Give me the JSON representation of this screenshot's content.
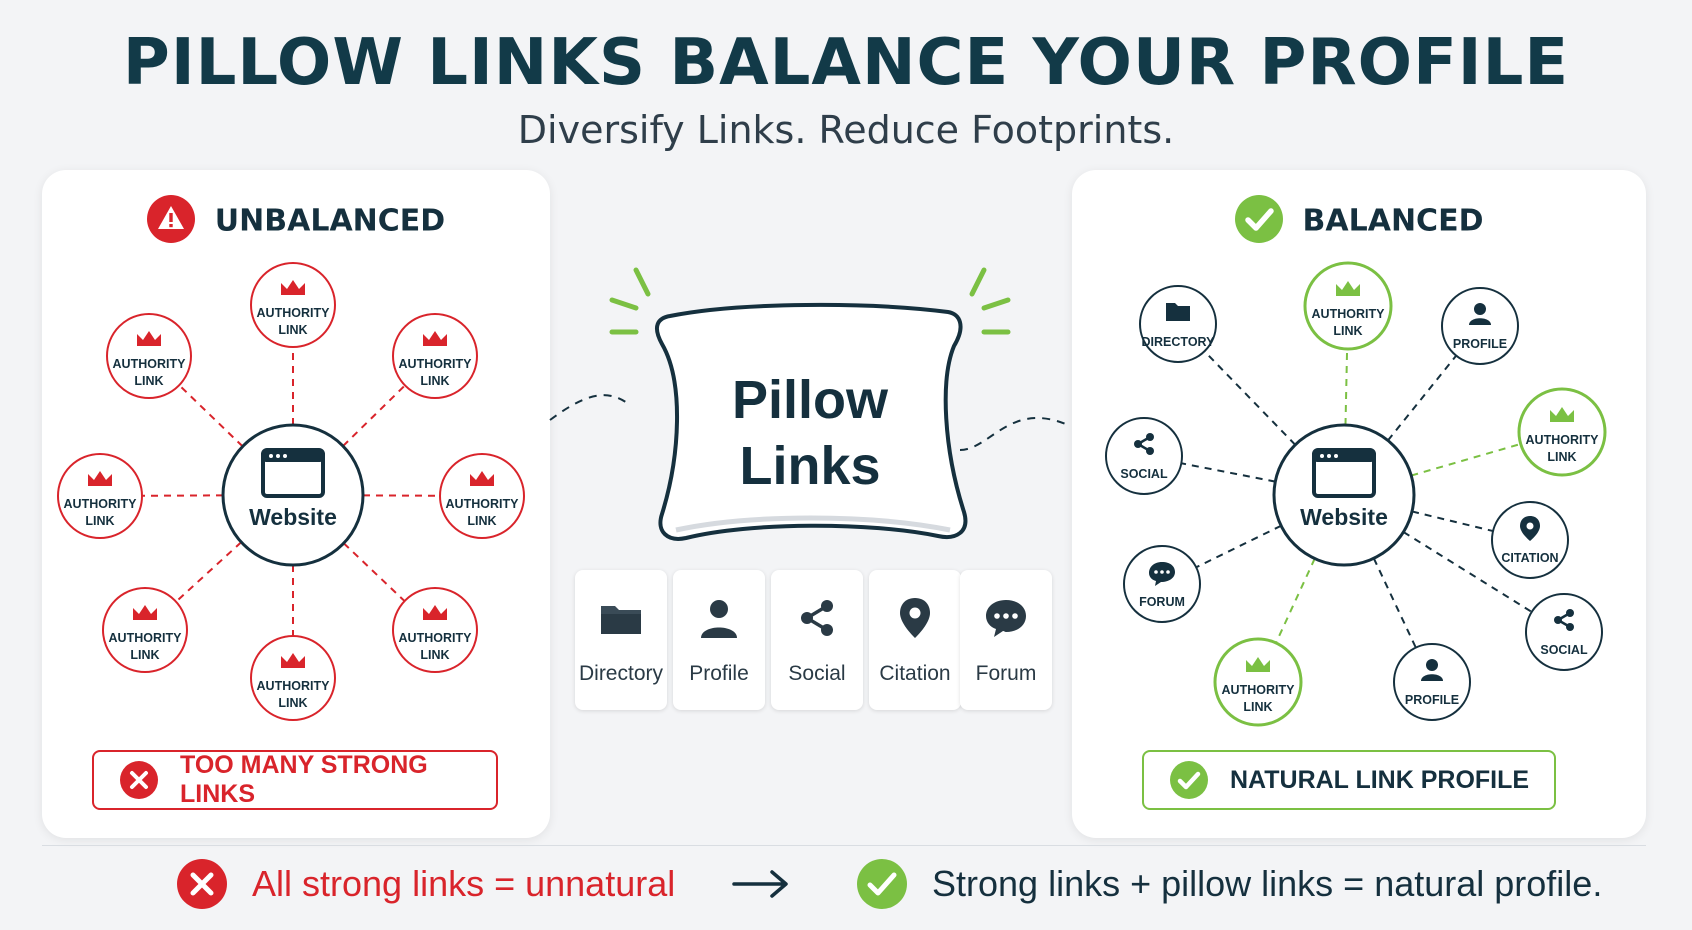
{
  "header": {
    "title": "PILLOW LINKS BALANCE YOUR PROFILE",
    "subtitle": "Diversify Links. Reduce Footprints."
  },
  "colors": {
    "red": "#d9242b",
    "green": "#7bc043",
    "navy": "#15303e"
  },
  "left_panel": {
    "heading": "UNBALANCED",
    "heading_icon": "warning-icon",
    "center": "Website",
    "nodes": [
      {
        "line1": "AUTHORITY",
        "line2": "LINK",
        "icon": "crown-icon"
      },
      {
        "line1": "AUTHORITY",
        "line2": "LINK",
        "icon": "crown-icon"
      },
      {
        "line1": "AUTHORITY",
        "line2": "LINK",
        "icon": "crown-icon"
      },
      {
        "line1": "AUTHORITY",
        "line2": "LINK",
        "icon": "crown-icon"
      },
      {
        "line1": "AUTHORITY",
        "line2": "LINK",
        "icon": "crown-icon"
      },
      {
        "line1": "AUTHORITY",
        "line2": "LINK",
        "icon": "crown-icon"
      },
      {
        "line1": "AUTHORITY",
        "line2": "LINK",
        "icon": "crown-icon"
      },
      {
        "line1": "AUTHORITY",
        "line2": "LINK",
        "icon": "crown-icon"
      }
    ],
    "badge": "TOO MANY STRONG LINKS"
  },
  "center": {
    "pillow_line1": "Pillow",
    "pillow_line2": "Links",
    "types": [
      {
        "label": "Directory",
        "icon": "folder-icon"
      },
      {
        "label": "Profile",
        "icon": "user-icon"
      },
      {
        "label": "Social",
        "icon": "share-icon"
      },
      {
        "label": "Citation",
        "icon": "location-pin-icon"
      },
      {
        "label": "Forum",
        "icon": "chat-icon"
      }
    ]
  },
  "right_panel": {
    "heading": "BALANCED",
    "heading_icon": "check-circle-icon",
    "center": "Website",
    "nodes": [
      {
        "line1": "DIRECTORY",
        "line2": "",
        "icon": "folder-icon",
        "kind": "pillow"
      },
      {
        "line1": "AUTHORITY",
        "line2": "LINK",
        "icon": "crown-icon",
        "kind": "authority"
      },
      {
        "line1": "PROFILE",
        "line2": "",
        "icon": "user-icon",
        "kind": "pillow"
      },
      {
        "line1": "AUTHORITY",
        "line2": "LINK",
        "icon": "crown-icon",
        "kind": "authority"
      },
      {
        "line1": "CITATION",
        "line2": "",
        "icon": "location-pin-icon",
        "kind": "pillow"
      },
      {
        "line1": "SOCIAL",
        "line2": "",
        "icon": "share-icon",
        "kind": "pillow"
      },
      {
        "line1": "PROFILE",
        "line2": "",
        "icon": "user-icon",
        "kind": "pillow"
      },
      {
        "line1": "AUTHORITY",
        "line2": "LINK",
        "icon": "crown-icon",
        "kind": "authority"
      },
      {
        "line1": "FORUM",
        "line2": "",
        "icon": "chat-icon",
        "kind": "pillow"
      },
      {
        "line1": "SOCIAL",
        "line2": "",
        "icon": "share-icon",
        "kind": "pillow"
      }
    ],
    "badge": "NATURAL LINK PROFILE"
  },
  "footer": {
    "bad": "All strong links = unnatural",
    "good": "Strong links + pillow links = natural profile.",
    "arrow_icon": "arrow-right-icon"
  }
}
